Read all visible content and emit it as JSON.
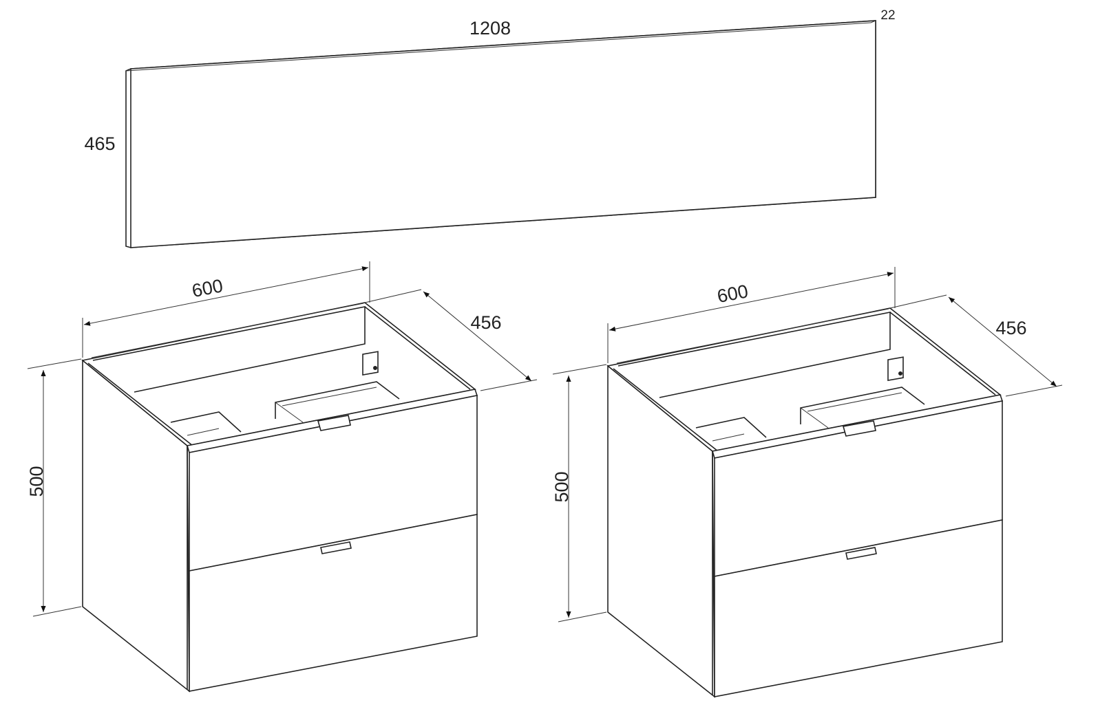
{
  "panel": {
    "width_label": "1208",
    "height_label": "465",
    "depth_label": "22"
  },
  "cabinets": [
    {
      "width_label": "600",
      "depth_label": "456",
      "height_label": "500"
    },
    {
      "width_label": "600",
      "depth_label": "456",
      "height_label": "500"
    }
  ]
}
